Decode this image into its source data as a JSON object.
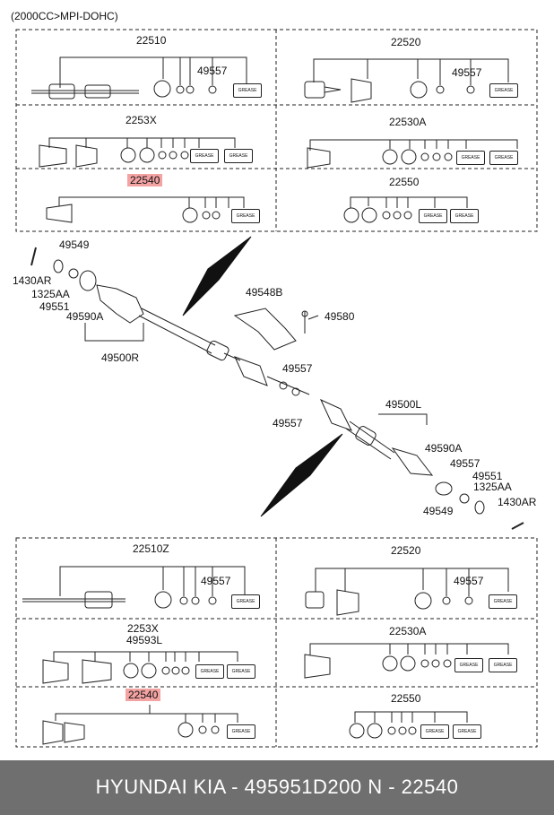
{
  "header": {
    "spec": "(2000CC>MPI-DOHC)"
  },
  "top_panel": {
    "r1_left": {
      "part": "22510",
      "sub": "49557",
      "grease": "GREASE"
    },
    "r1_right": {
      "part": "22520",
      "sub": "49557",
      "grease": "GREASE"
    },
    "r2_left": {
      "part": "2253X",
      "grease": "GREASE"
    },
    "r2_right": {
      "part": "22530A",
      "grease": "GREASE"
    },
    "r3_left": {
      "part": "22540",
      "grease": "GREASE"
    },
    "r3_right": {
      "part": "22550",
      "grease": "GREASE"
    }
  },
  "callouts": {
    "c1430AR_l": "1430AR",
    "c49549_l": "49549",
    "c1325AA_l": "1325AA",
    "c49551_l": "49551",
    "c49590A_l": "49590A",
    "c49500R": "49500R",
    "c49548B": "49548B",
    "c49580": "49580",
    "c49557_a": "49557",
    "c49557_b": "49557",
    "c49500L": "49500L",
    "c49590A_r": "49590A",
    "c49557_r": "49557",
    "c49551_r": "49551",
    "c1325AA_r": "1325AA",
    "c1430AR_r": "1430AR",
    "c49549_r": "49549"
  },
  "bottom_panel": {
    "r1_left": {
      "part": "22510Z",
      "sub": "49557",
      "grease": "GREASE"
    },
    "r1_right": {
      "part": "22520",
      "sub": "49557",
      "grease": "GREASE"
    },
    "r2_left": {
      "part": "2253X",
      "part2": "49593L",
      "grease": "GREASE"
    },
    "r2_right": {
      "part": "22530A",
      "grease": "GREASE"
    },
    "r3_left": {
      "part": "22540",
      "grease": "GREASE"
    },
    "r3_right": {
      "part": "22550",
      "grease": "GREASE"
    }
  },
  "footer": {
    "text": "HYUNDAI  KIA - 495951D200     N - 22540"
  },
  "colors": {
    "highlight": "#f4a3a3",
    "footer_bg": "#6f6f6f",
    "line": "#222222"
  }
}
